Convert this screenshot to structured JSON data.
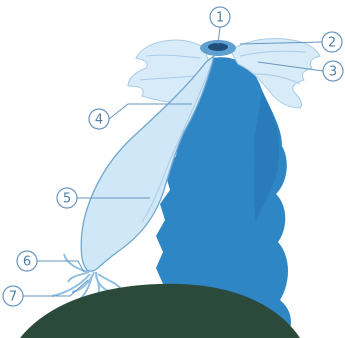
{
  "diagram": {
    "callouts": [
      {
        "id": "c1",
        "label": "1"
      },
      {
        "id": "c2",
        "label": "2"
      },
      {
        "id": "c3",
        "label": "3"
      },
      {
        "id": "c4",
        "label": "4"
      },
      {
        "id": "c5",
        "label": "5"
      },
      {
        "id": "c6",
        "label": "6"
      },
      {
        "id": "c7",
        "label": "7"
      }
    ],
    "colors": {
      "body_main": "#2f86c5",
      "body_dark": "#1f6aa3",
      "stalk_light": "#cfe7f7",
      "stalk_outline": "#6fa6cf",
      "frond": "#d7ebf8",
      "ground": "#2b4a3b",
      "callout_stroke": "#6a96bf",
      "callout_text": "#4f7fa8"
    }
  }
}
